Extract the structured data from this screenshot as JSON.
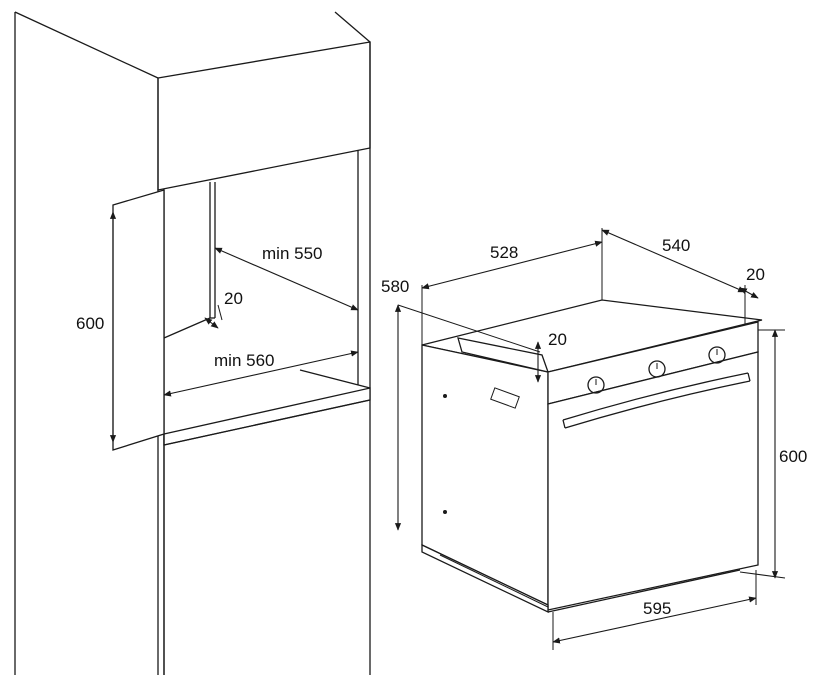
{
  "cabinet": {
    "dims": {
      "height": "600",
      "depth": "min 550",
      "gap": "20",
      "width": "min 560"
    }
  },
  "oven": {
    "dims": {
      "top_depth": "528",
      "side_depth": "540",
      "front_offset": "20",
      "body_height": "580",
      "panel_offset": "20",
      "front_height": "600",
      "front_width": "595"
    }
  }
}
